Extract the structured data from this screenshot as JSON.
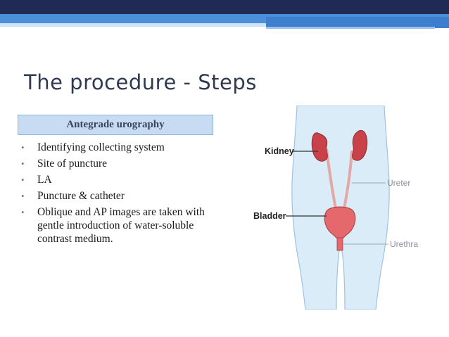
{
  "slide": {
    "title": "The procedure - Steps",
    "subtitle": "Antegrade urography",
    "bullets": [
      "Identifying  collecting system",
      "Site of puncture",
      "LA",
      "Puncture & catheter",
      "Oblique and AP images are taken with gentle introduction of water-soluble contrast medium."
    ]
  },
  "figure": {
    "labels": {
      "kidney": "Kidney",
      "ureter": "Ureter",
      "bladder": "Bladder",
      "urethra": "Urethra"
    }
  },
  "colors": {
    "header_dark": "#1f2a55",
    "header_blue": "#4a8fd8",
    "subtitle_bg": "#c7dcf2",
    "title_text": "#2f3a52",
    "body_bg": "#d9ecf8",
    "organ_red": "#c9424a"
  }
}
